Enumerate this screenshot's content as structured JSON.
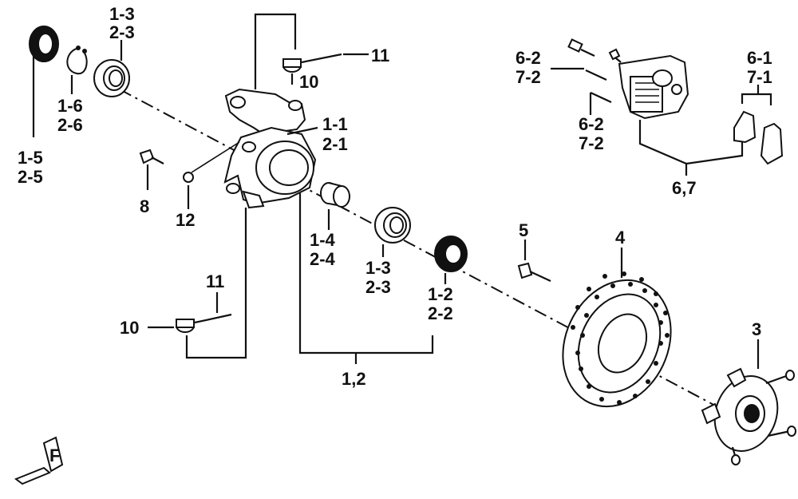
{
  "labels": {
    "l_1_3_top_a": "1-3",
    "l_1_3_top_b": "2-3",
    "l_1_6_a": "1-6",
    "l_1_6_b": "2-6",
    "l_1_5_a": "1-5",
    "l_1_5_b": "2-5",
    "l_8": "8",
    "l_12": "12",
    "l_11_top": "11",
    "l_10_top": "10",
    "l_1_1_a": "1-1",
    "l_1_1_b": "2-1",
    "l_1_4_a": "1-4",
    "l_1_4_b": "2-4",
    "l_1_3_mid_a": "1-3",
    "l_1_3_mid_b": "2-3",
    "l_1_2_a": "1-2",
    "l_1_2_b": "2-2",
    "l_11_bottom": "11",
    "l_10_bottom": "10",
    "l_1_2_group": "1,2",
    "l_5": "5",
    "l_4": "4",
    "l_3": "3",
    "l_6_2_top_a": "6-2",
    "l_6_2_top_b": "7-2",
    "l_6_2_mid_a": "6-2",
    "l_6_2_mid_b": "7-2",
    "l_6_1_a": "6-1",
    "l_6_1_b": "7-1",
    "l_6_7": "6,7",
    "l_front": "F"
  }
}
